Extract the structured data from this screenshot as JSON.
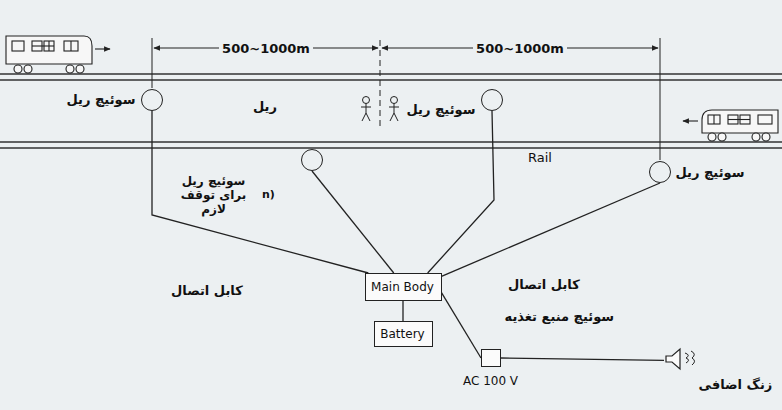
{
  "diagram": {
    "nodes": [
      {
        "text": [
          "سوئیچ ریل"
        ]
      },
      {
        "text": [
          "سوئیچ ریل"
        ]
      },
      {
        "text": [
          "سوئیچ ریل برای توقف لازم"
        ]
      },
      {
        "text": [
          "سوئیچ ریل"
        ]
      },
      {
        "text": [
          "Main Body"
        ]
      },
      {
        "text": [
          "Battery"
        ]
      },
      {
        "text": [
          "سوئیچ منبع تغذیه",
          "AC 100 V"
        ]
      },
      {
        "text": [
          "زنگ اضافی"
        ]
      }
    ],
    "edges": [
      {
        "from": 0,
        "to": 4,
        "arrow": "none",
        "label": "کابل اتصال"
      },
      {
        "from": 1,
        "to": 4,
        "arrow": "none"
      },
      {
        "from": 2,
        "to": 4,
        "arrow": "none"
      },
      {
        "from": 3,
        "to": 4,
        "arrow": "none",
        "label": "کابل اتصال"
      },
      {
        "from": 4,
        "to": 5,
        "arrow": "none"
      },
      {
        "from": 4,
        "to": 6,
        "arrow": "none"
      },
      {
        "from": 6,
        "to": 7,
        "arrow": "none"
      }
    ],
    "labels": [
      "500~1000m",
      "500~1000m",
      "ریل",
      "Rail",
      "n)"
    ]
  }
}
